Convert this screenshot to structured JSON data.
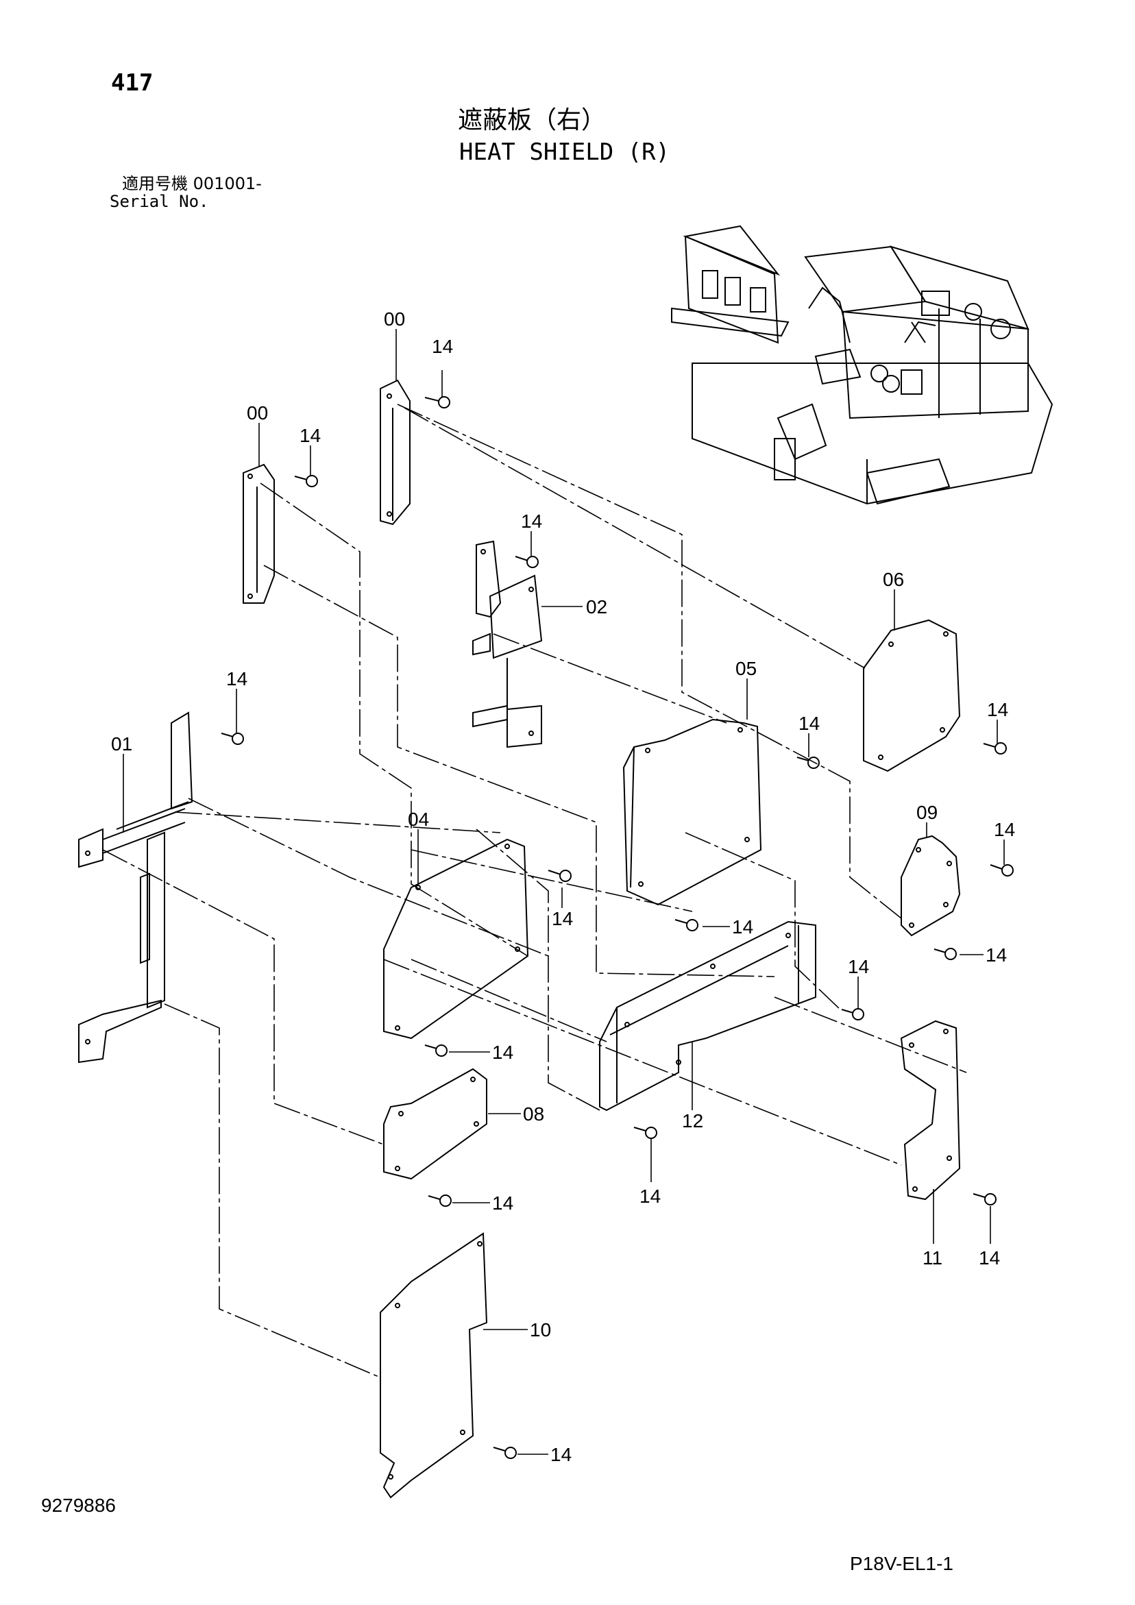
{
  "header": {
    "page_number": "417",
    "title_ja": "遮蔽板（右）",
    "title_en": "HEAT SHIELD (R)",
    "serial_label_ja": "適用号機",
    "serial_value": "001001-",
    "serial_label_en": "Serial No."
  },
  "callouts": [
    "00",
    "00",
    "01",
    "02",
    "04",
    "05",
    "06",
    "08",
    "09",
    "10",
    "11",
    "12",
    "14"
  ],
  "footer": {
    "document_number": "9279886",
    "figure_code": "P18V-EL1-1"
  },
  "colors": {
    "line": "#000000",
    "background": "#ffffff"
  }
}
